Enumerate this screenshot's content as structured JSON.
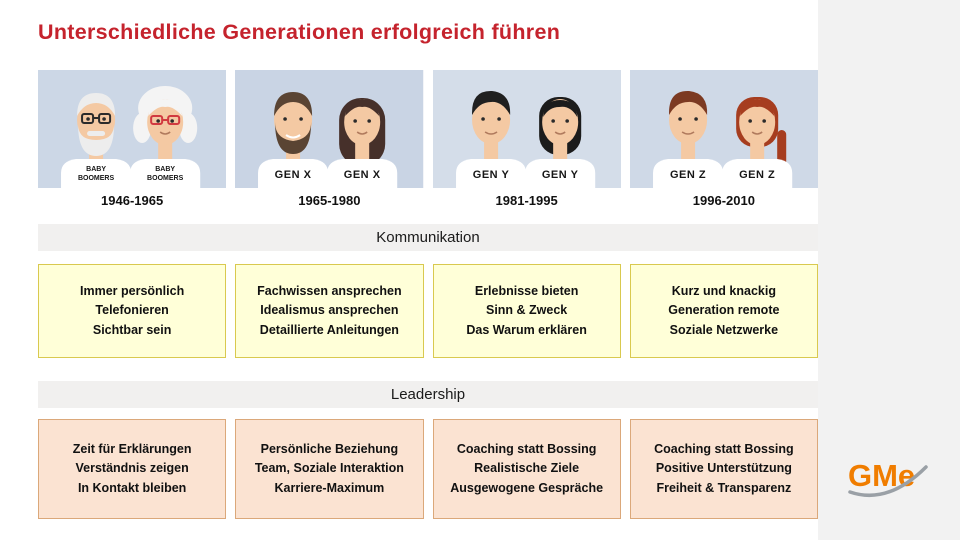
{
  "title": "Unterschiedliche Generationen erfolgreich führen",
  "sections": {
    "kommunikation": "Kommunikation",
    "leadership": "Leadership"
  },
  "logo": {
    "text": "GMe"
  },
  "colors": {
    "title_red": "#c5232d",
    "komm_box_bg": "#ffffd8",
    "komm_box_border": "#d9c94f",
    "lead_box_bg": "#fbe3d2",
    "lead_box_border": "#dba87a",
    "section_bar_bg": "#f1f0ef",
    "side_band_bg": "#f2f2f2",
    "logo_orange": "#f07d00"
  },
  "generations": [
    {
      "id": "baby-boomers",
      "shirt_lines": [
        "BABY",
        "BOOMERS"
      ],
      "years": "1946-1965",
      "kommunikation": [
        "Immer persönlich",
        "Telefonieren",
        "Sichtbar sein"
      ],
      "leadership": [
        "Zeit für Erklärungen",
        "Verständnis zeigen",
        "In Kontakt bleiben"
      ]
    },
    {
      "id": "gen-x",
      "shirt_lines": [
        "GEN X"
      ],
      "years": "1965-1980",
      "kommunikation": [
        "Fachwissen ansprechen",
        "Idealismus ansprechen",
        "Detaillierte Anleitungen"
      ],
      "leadership": [
        "Persönliche Beziehung",
        "Team, Soziale Interaktion",
        "Karriere-Maximum"
      ]
    },
    {
      "id": "gen-y",
      "shirt_lines": [
        "GEN Y"
      ],
      "years": "1981-1995",
      "kommunikation": [
        "Erlebnisse bieten",
        "Sinn & Zweck",
        "Das Warum erklären"
      ],
      "leadership": [
        "Coaching statt Bossing",
        "Realistische Ziele",
        "Ausgewogene Gespräche"
      ]
    },
    {
      "id": "gen-z",
      "shirt_lines": [
        "GEN Z"
      ],
      "years": "1996-2010",
      "kommunikation": [
        "Kurz und knackig",
        "Generation remote",
        "Soziale Netzwerke"
      ],
      "leadership": [
        "Coaching statt Bossing",
        "Positive Unterstützung",
        "Freiheit & Transparenz"
      ]
    }
  ]
}
